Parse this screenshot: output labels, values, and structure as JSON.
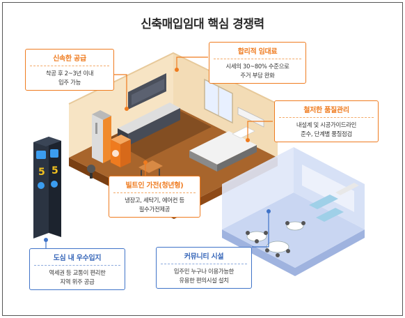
{
  "title": "신축매입임대 핵심 경쟁력",
  "callouts": {
    "fast_supply": {
      "head": "신속한 공급",
      "body": [
        "착공 후 2~3년 이내",
        "입주 가능"
      ]
    },
    "reasonable_rent": {
      "head": "합리적 임대료",
      "body": [
        "시세의 30~80% 수준으로",
        "주거 부담 완화"
      ]
    },
    "quality": {
      "head": "철저한 품질관리",
      "body": [
        "내설계 및 시공가이드라인",
        "준수, 단계별 품질점검"
      ]
    },
    "appliances": {
      "head": "빌트인 가전(청년형)",
      "body": [
        "냉장고, 세탁기, 에어컨 등",
        "필수가전제공"
      ]
    },
    "location": {
      "head": "도심 내 우수입지",
      "body": [
        "역세권 등 교통이 편리한",
        "지역 위주 공급"
      ]
    },
    "community": {
      "head": "커뮤니티 시설",
      "body": [
        "입주민 누구나 이용가능한",
        "유용한 편의시설 설치"
      ]
    }
  },
  "colors": {
    "orange": "#ef7b1f",
    "blue": "#3f73c8",
    "floor_wood": "#a8652c",
    "wall_cream": "#f7e4c4",
    "room_blue": "#c9d6f2"
  },
  "icons": {
    "subway_sign": "subway-station-sign-icon",
    "leader_dot": "leader-dot-icon"
  }
}
